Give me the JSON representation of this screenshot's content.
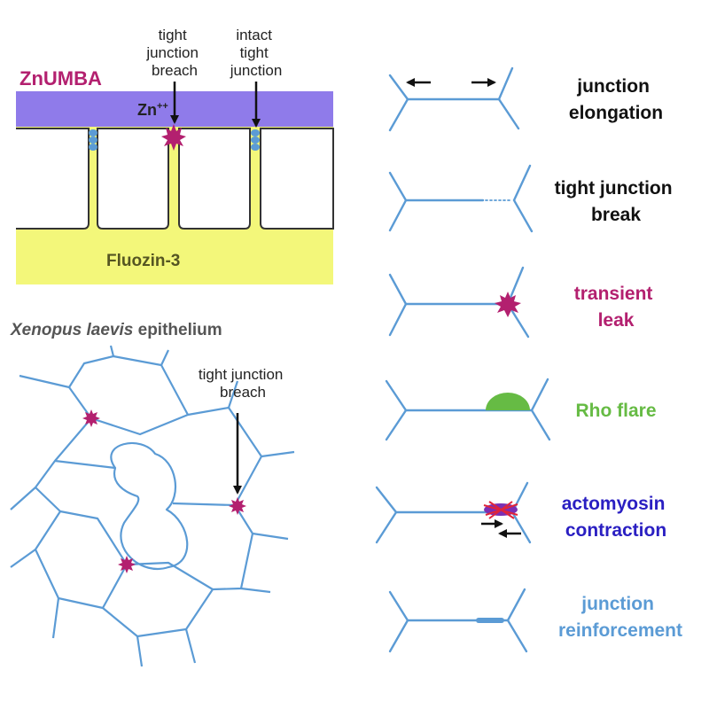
{
  "colors": {
    "junction": "#5b9bd5",
    "zn_layer": "#8f7bea",
    "fluozin_layer": "#f3f77a",
    "breach": "#b3206f",
    "rho": "#66bb44",
    "actomyosin_label": "#2a1fc2",
    "reinforcement_label": "#5b9bd5",
    "black": "#111111"
  },
  "top_panel": {
    "znumba_label": "ZnUMBA",
    "zn_label": "Zn",
    "zn_superscript": "++",
    "fluozin_label": "Fluozin-3",
    "breach_annotation": [
      "tight",
      "junction",
      "breach"
    ],
    "intact_annotation": [
      "intact",
      "tight",
      "junction"
    ]
  },
  "epithelium_panel": {
    "title_italic": "Xenopus laevis",
    "title_rest": " epithelium",
    "breach_annotation": [
      "tight junction",
      "breach"
    ]
  },
  "steps": [
    {
      "id": "elongation",
      "lines": [
        "junction",
        "elongation"
      ],
      "color": "#111111"
    },
    {
      "id": "break",
      "lines": [
        "tight junction",
        "break"
      ],
      "color": "#111111"
    },
    {
      "id": "leak",
      "lines": [
        "transient",
        "leak"
      ],
      "color": "#b3206f"
    },
    {
      "id": "rho",
      "lines": [
        "Rho flare"
      ],
      "color": "#66bb44"
    },
    {
      "id": "actomyosin",
      "lines": [
        "actomyosin",
        "contraction"
      ],
      "color": "#2a1fc2"
    },
    {
      "id": "reinforcement",
      "lines": [
        "junction",
        "reinforcement"
      ],
      "color": "#5b9bd5"
    }
  ]
}
